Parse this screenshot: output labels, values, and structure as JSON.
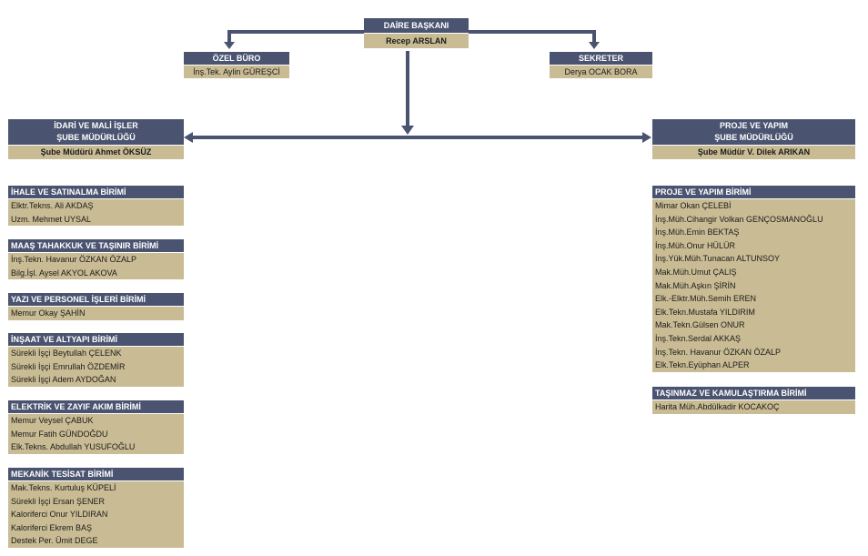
{
  "top": {
    "title": "DAİRE BAŞKANI",
    "name": "Recep ARSLAN"
  },
  "ozel_buro": {
    "title": "ÖZEL BÜRO",
    "name": "İnş.Tek. Aylin GÜREŞCİ"
  },
  "sekreter": {
    "title": "SEKRETER",
    "name": "Derya OCAK BORA"
  },
  "idari": {
    "title_lines": [
      "İDARİ VE MALİ İŞLER",
      "ŞUBE MÜDÜRLÜĞÜ"
    ],
    "name": "Şube Müdürü Ahmet ÖKSÜZ"
  },
  "proje": {
    "title_lines": [
      "PROJE VE YAPIM",
      "ŞUBE MÜDÜRLÜĞÜ"
    ],
    "name": "Şube Müdür V. Dilek ARIKAN"
  },
  "left_units": [
    {
      "title": "İHALE VE SATINALMA BİRİMİ",
      "members": [
        "Elktr.Tekns. Ali AKDAŞ",
        "Uzm. Mehmet UYSAL"
      ]
    },
    {
      "title": "MAAŞ TAHAKKUK VE TAŞINIR BİRİMİ",
      "members": [
        "İnş.Tekn. Havanur ÖZKAN ÖZALP",
        "Bilg.İşl. Aysel AKYOL AKOVA"
      ]
    },
    {
      "title": "YAZI VE PERSONEL İŞLERİ BİRİMİ",
      "members": [
        "Memur Okay ŞAHİN"
      ]
    },
    {
      "title": "İNŞAAT VE ALTYAPI BİRİMİ",
      "members": [
        "Sürekli İşçi Beytullah ÇELENK",
        "Sürekli İşçi Emrullah ÖZDEMİR",
        "Sürekli İşçi Adem AYDOĞAN"
      ]
    },
    {
      "title": "ELEKTRİK VE ZAYIF AKIM BİRİMİ",
      "members": [
        "Memur Veysel ÇABUK",
        "Memur Fatih GÜNDOĞDU",
        "Elk.Tekns. Abdullah YUSUFOĞLU"
      ]
    },
    {
      "title": "MEKANİK TESİSAT BİRİMİ",
      "members": [
        "Mak.Tekns. Kurtuluş KÜPELİ",
        "Sürekli İşçi Ersan ŞENER",
        "Kaloriferci Onur YILDIRAN",
        "Kaloriferci Ekrem BAŞ",
        "Destek Per. Ümit DEGE"
      ]
    }
  ],
  "right_units": [
    {
      "title": "PROJE VE YAPIM BİRİMİ",
      "members": [
        "Mimar Okan ÇELEBİ",
        "İnş.Müh.Cihangir Volkan GENÇOSMANOĞLU",
        "İnş.Müh.Emin BEKTAŞ",
        "İnş.Müh.Onur HÜLÜR",
        "İnş.Yük.Müh.Tunacan ALTUNSOY",
        "Mak.Müh.Umut ÇALIŞ",
        "Mak.Müh.Aşkın ŞİRİN",
        "Elk.-Elktr.Müh.Semih EREN",
        "Elk.Tekn.Mustafa YILDIRIM",
        "Mak.Tekn.Gülsen ONUR",
        "İnş.Tekn.Serdal AKKAŞ",
        "İnş.Tekn. Havanur ÖZKAN ÖZALP",
        "Elk.Tekn.Eyüphan ALPER"
      ]
    },
    {
      "title": "TAŞINMAZ  VE KAMULAŞTIRMA BİRİMİ",
      "members": [
        "Harita Müh.Abdülkadir KOCAKOÇ"
      ]
    }
  ],
  "colors": {
    "header": "#4a5470",
    "body": "#c9bc94",
    "connector": "#4a5470"
  }
}
